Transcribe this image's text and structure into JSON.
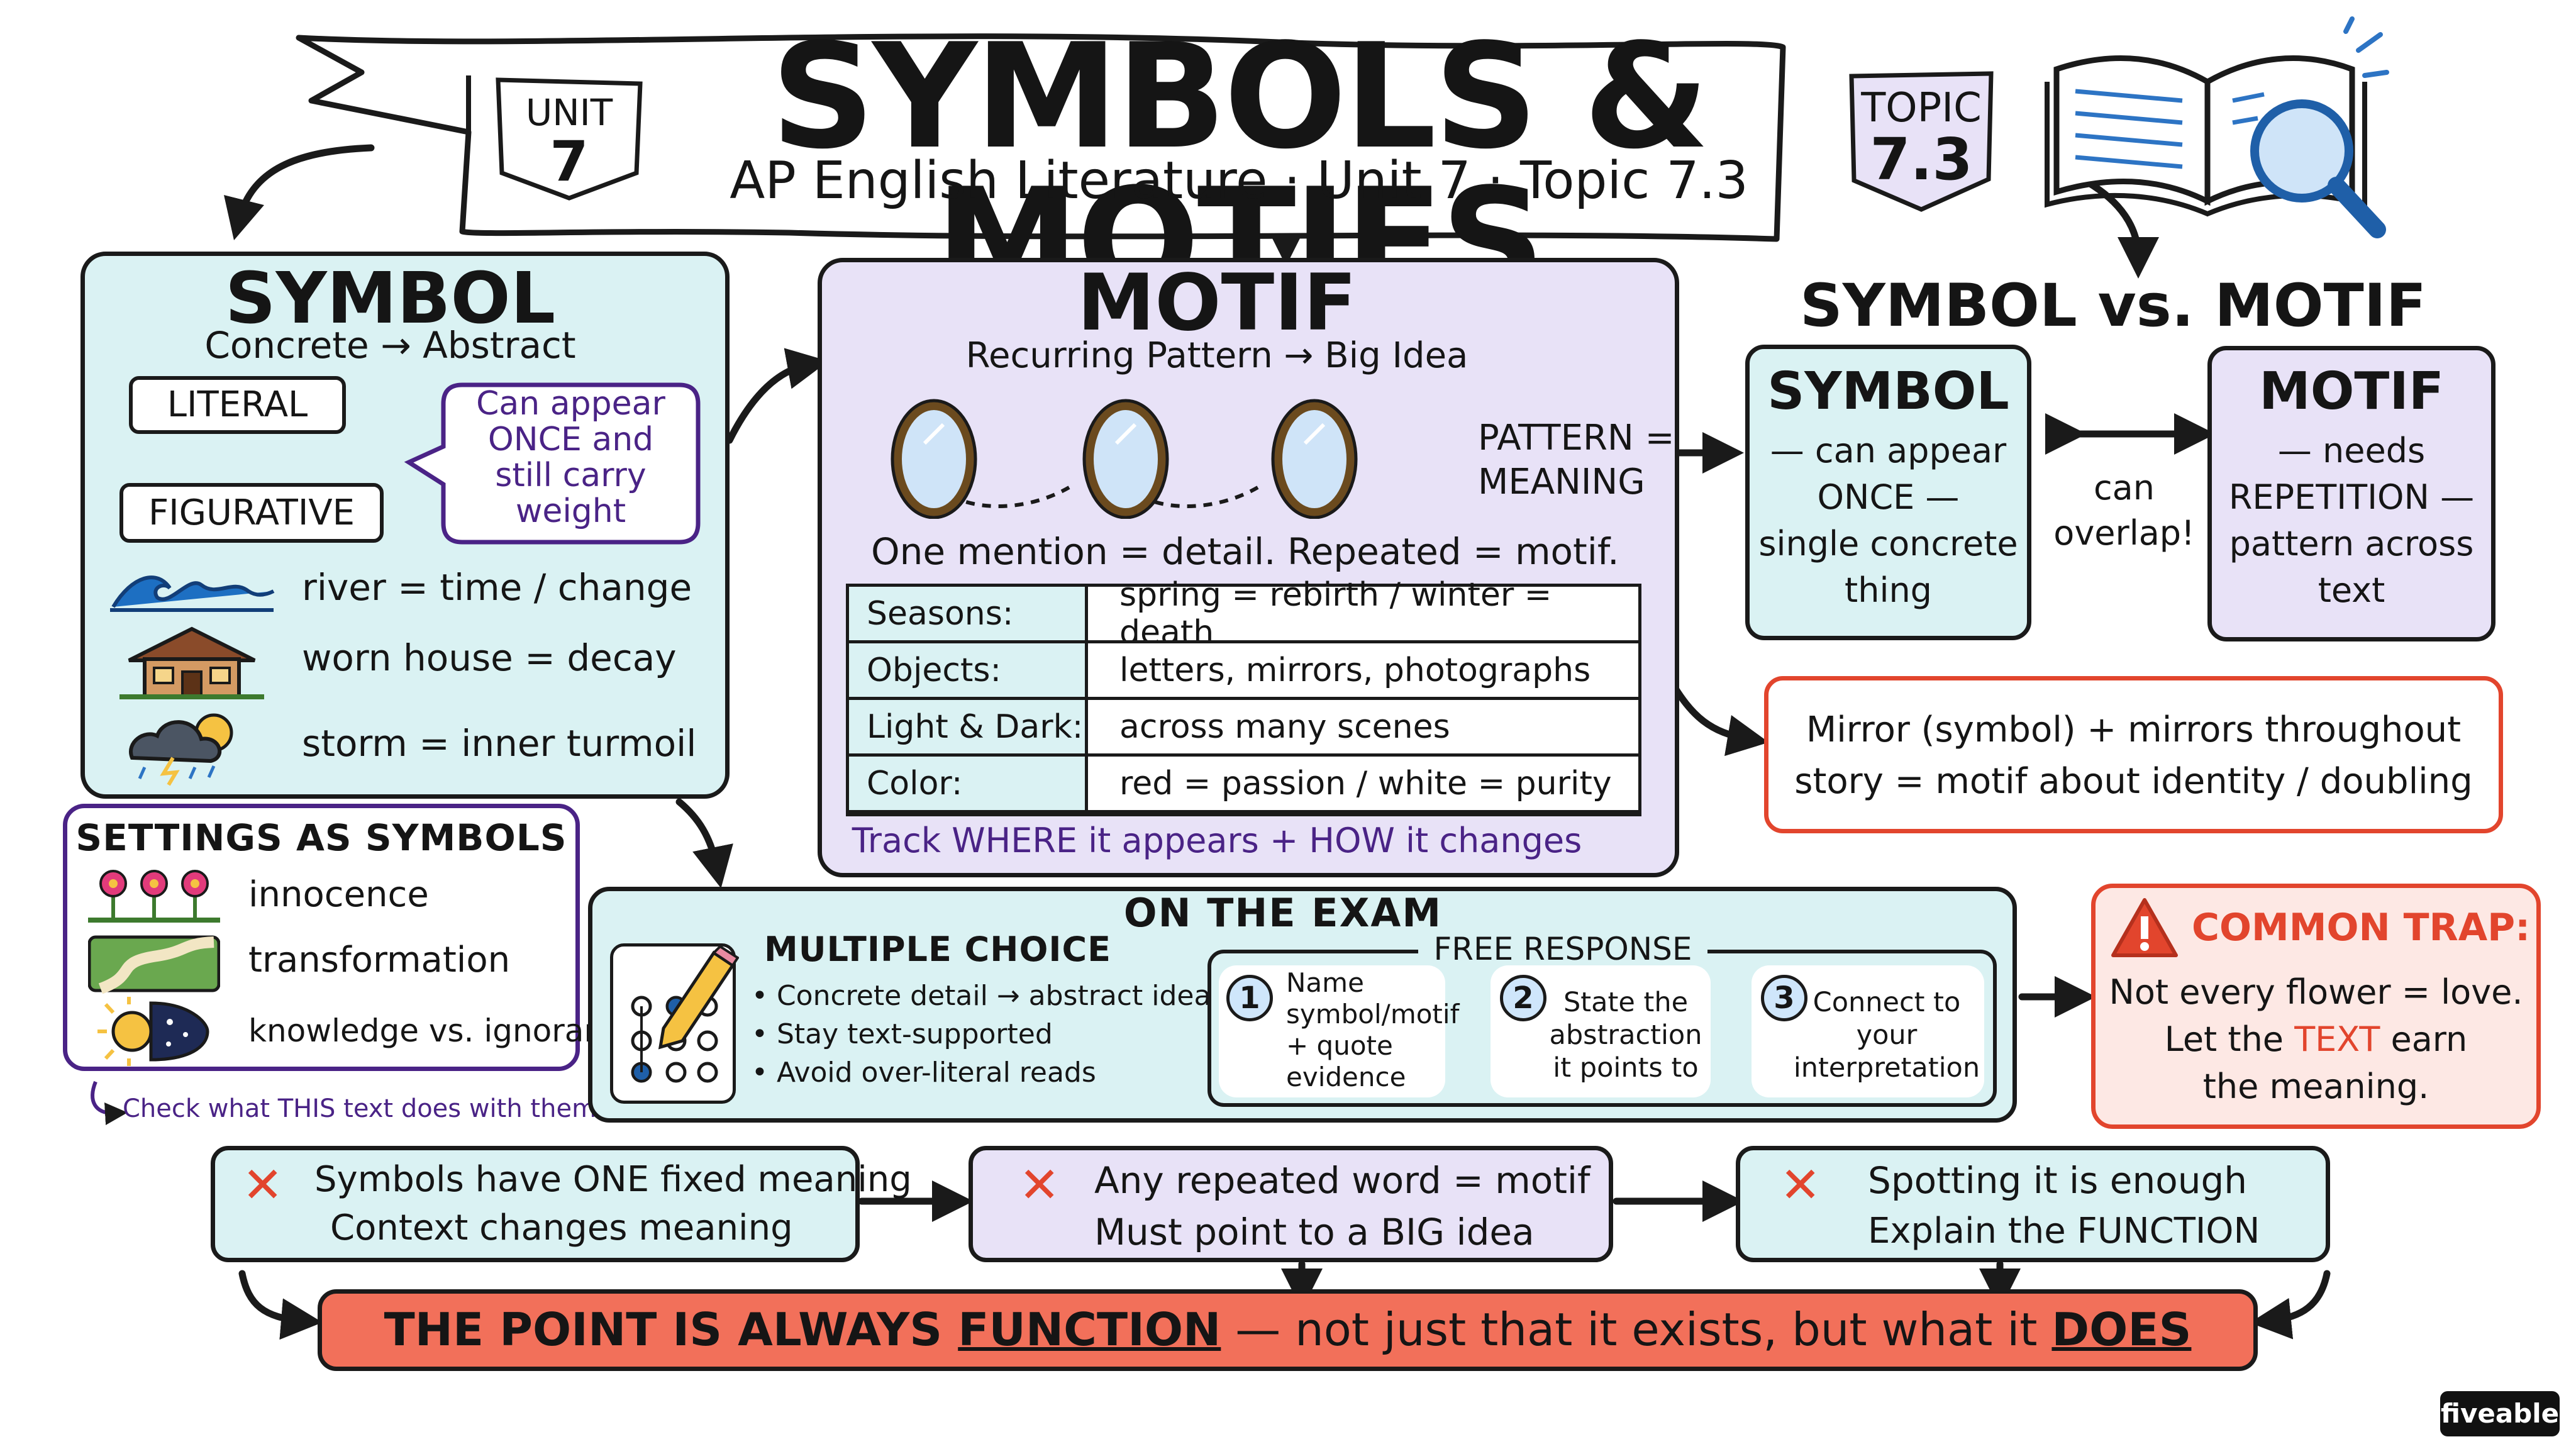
{
  "header": {
    "title": "SYMBOLS & MOTIFS",
    "subtitle": "AP English Literature · Unit 7 · Topic 7.3",
    "unit_label": "UNIT",
    "unit_number": "7",
    "topic_label": "TOPIC",
    "topic_number": "7.3"
  },
  "symbol_panel": {
    "title": "SYMBOL",
    "subtitle": "Concrete → Abstract",
    "literal": "LITERAL",
    "figurative": "FIGURATIVE",
    "bubble": [
      "Can appear",
      "ONCE and",
      "still carry",
      "weight"
    ],
    "examples": [
      "river = time / change",
      "worn house = decay",
      "storm = inner turmoil"
    ]
  },
  "settings_panel": {
    "title": "SETTINGS AS SYMBOLS",
    "items": [
      "innocence",
      "transformation",
      "knowledge vs. ignorance"
    ],
    "note": "Check what THIS text does with them"
  },
  "motif_panel": {
    "title": "MOTIF",
    "subtitle": "Recurring Pattern → Big Idea",
    "pattern": [
      "PATTERN =",
      "MEANING"
    ],
    "rule": "One mention = detail. Repeated = motif.",
    "rows": [
      {
        "label": "Seasons:",
        "value": "spring = rebirth / winter = death"
      },
      {
        "label": "Objects:",
        "value": "letters, mirrors, photographs"
      },
      {
        "label": "Light & Dark:",
        "value": "across many scenes"
      },
      {
        "label": "Color:",
        "value": "red = passion / white = purity"
      }
    ],
    "footer": "Track WHERE it appears + HOW it changes"
  },
  "compare": {
    "title": "SYMBOL vs. MOTIF",
    "symbol_title": "SYMBOL",
    "symbol_lines": [
      "— can appear",
      "ONCE —",
      "single concrete",
      "thing"
    ],
    "overlap": [
      "can",
      "overlap!"
    ],
    "motif_title": "MOTIF",
    "motif_lines": [
      "— needs",
      "REPETITION —",
      "pattern across",
      "text"
    ],
    "example": [
      "Mirror (symbol) + mirrors throughout",
      "story = motif about identity / doubling"
    ]
  },
  "exam": {
    "title": "ON THE EXAM",
    "mc_title": "MULTIPLE CHOICE",
    "mc_items": [
      "• Concrete detail → abstract idea",
      "• Stay text-supported",
      "• Avoid over-literal reads"
    ],
    "fr_title": "FREE RESPONSE",
    "steps": [
      {
        "num": "1",
        "lines": [
          "Name",
          "symbol/motif",
          "+ quote",
          "evidence"
        ]
      },
      {
        "num": "2",
        "lines": [
          "State the",
          "abstraction",
          "it points to"
        ]
      },
      {
        "num": "3",
        "lines": [
          "Connect to",
          "your",
          "interpretation"
        ]
      }
    ]
  },
  "trap": {
    "title": "COMMON TRAP:",
    "line1": "Not every flower = love.",
    "line2_pre": "Let the ",
    "line2_em": "TEXT",
    "line2_post": " earn",
    "line3": "the meaning."
  },
  "misconceptions": [
    {
      "wrong": "Symbols have ONE fixed meaning",
      "right": "Context changes meaning"
    },
    {
      "wrong": "Any repeated word = motif",
      "right": "Must point to a BIG idea"
    },
    {
      "wrong": "Spotting it is enough",
      "right": "Explain the FUNCTION"
    }
  ],
  "banner": {
    "pre": "THE POINT IS ALWAYS ",
    "em1": "FUNCTION",
    "mid": " — not just that it exists, but what it ",
    "em2": "DOES"
  },
  "brand": "fiveable",
  "colors": {
    "teal": "#daf2f3",
    "lavender": "#e8e2f7",
    "coral": "#f2705a",
    "red": "#e2452d",
    "purple": "#4a2386"
  }
}
